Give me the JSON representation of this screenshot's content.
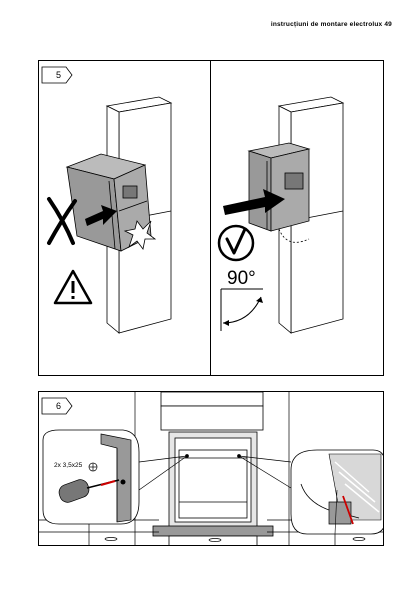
{
  "header": {
    "text": "instrucțiuni de montare electrolux 49"
  },
  "step5": {
    "number": "5",
    "angle_label": "90°"
  },
  "step6": {
    "number": "6",
    "screw_spec": "2x 3,5x25"
  },
  "icons": [
    "cross-icon",
    "warning-icon",
    "check-icon",
    "phillips-screw-icon"
  ],
  "colors": {
    "line": "#000000",
    "shade": "#888888",
    "light_shade": "#d0d0d0"
  }
}
